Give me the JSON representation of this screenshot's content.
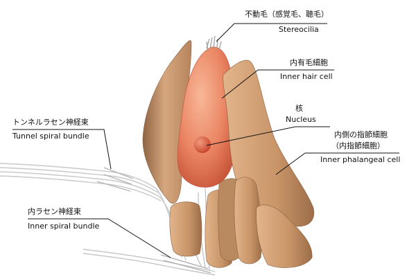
{
  "labels": {
    "stereocilia": {
      "jp": "不動毛（感覚毛、聴毛）",
      "en": "Stereocilia"
    },
    "inner_hair_cell": {
      "jp": "内有毛細胞",
      "en": "Inner hair cell"
    },
    "nucleus": {
      "jp": "核",
      "en": "Nucleus"
    },
    "inner_phalangeal_cell": {
      "jp": "内側の指節細胞",
      "jp2": "（内指節細胞）",
      "en": "Inner phalangeal cell"
    },
    "tunnel_spiral_bundle": {
      "jp": "トンネルラセン神経束",
      "en": "Tunnel spiral bundle"
    },
    "inner_spiral_bundle": {
      "jp": "内ラセン神経束",
      "en": "Inner spiral bundle"
    }
  },
  "colors": {
    "support_cell": "#c99a72",
    "support_cell_dark": "#8f6443",
    "support_cell_light": "#e8c4a0",
    "hair_cell": "#e8805a",
    "hair_cell_light": "#f6b79a",
    "nucleus": "#d9573a",
    "nerve": "#bdbdbd",
    "leader": "#111111"
  }
}
